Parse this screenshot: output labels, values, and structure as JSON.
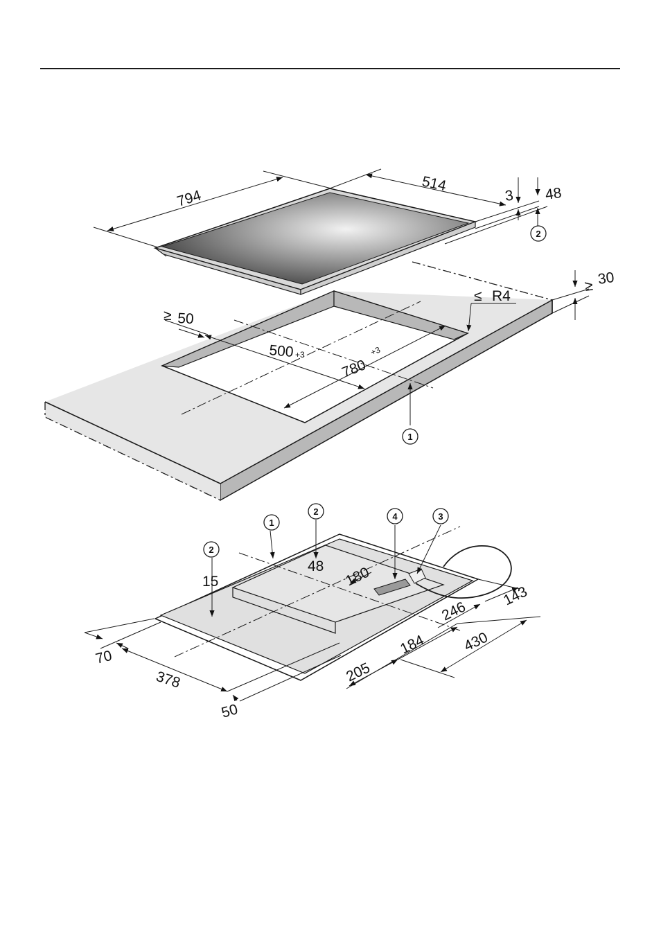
{
  "diagram": {
    "top_view": {
      "dims": {
        "width": "794",
        "depth": "514",
        "glass_thickness": "3",
        "total_height": "48",
        "worktop_thickness": "30",
        "worktop_thickness_prefix": "≥",
        "edge_distance": "50",
        "edge_distance_prefix": "≥",
        "cutout_depth": "500",
        "cutout_depth_tol": "+3",
        "cutout_width": "780",
        "cutout_width_tol": "+3",
        "corner_radius": "R4",
        "corner_radius_prefix": "≤"
      },
      "callouts": [
        "2",
        "1"
      ]
    },
    "bottom_view": {
      "dims": {
        "d70": "70",
        "d378": "378",
        "d50": "50",
        "d205": "205",
        "d184": "184",
        "d430": "430",
        "d246": "246",
        "d143": "143",
        "d180": "180",
        "h48": "48",
        "h15": "15"
      },
      "callouts": [
        "1",
        "2",
        "4",
        "3",
        "2"
      ]
    }
  }
}
